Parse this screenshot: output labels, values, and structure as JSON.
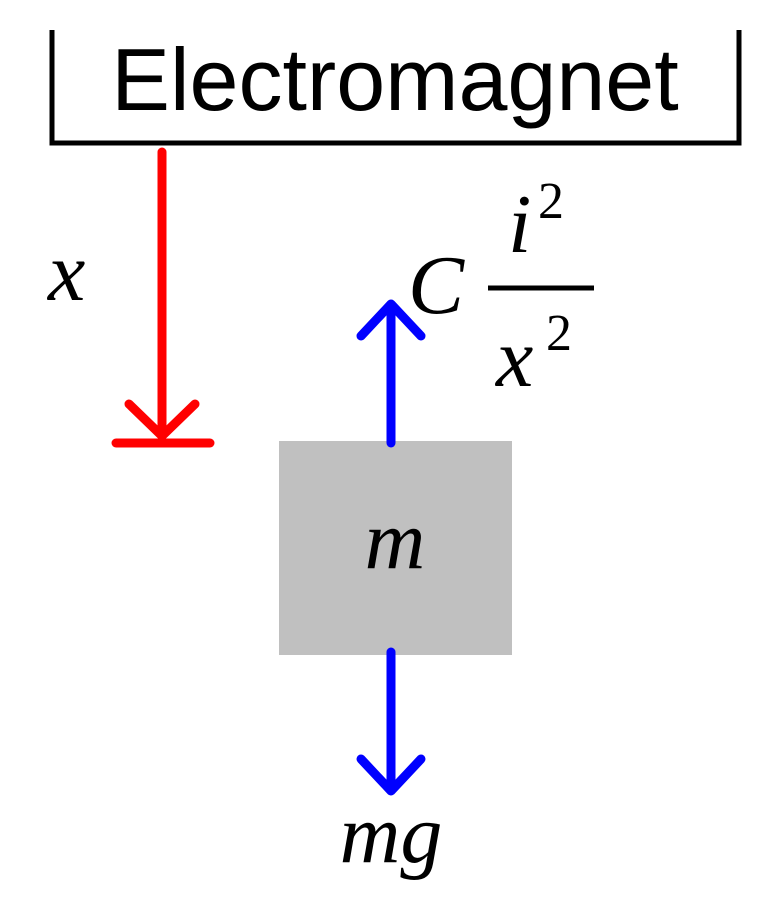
{
  "header": {
    "label": "Electromagnet"
  },
  "displacement": {
    "label": "x"
  },
  "mass": {
    "label": "m"
  },
  "magnetic_force": {
    "coefficient": "C",
    "numerator_var": "i",
    "numerator_exp": "2",
    "denominator_var": "x",
    "denominator_exp": "2"
  },
  "gravity_force": {
    "label": "mg"
  },
  "colors": {
    "displacement_arrow": "#ff0000",
    "force_arrows": "#0000ff",
    "mass_block": "#c0c0c0",
    "outline": "#000000"
  }
}
